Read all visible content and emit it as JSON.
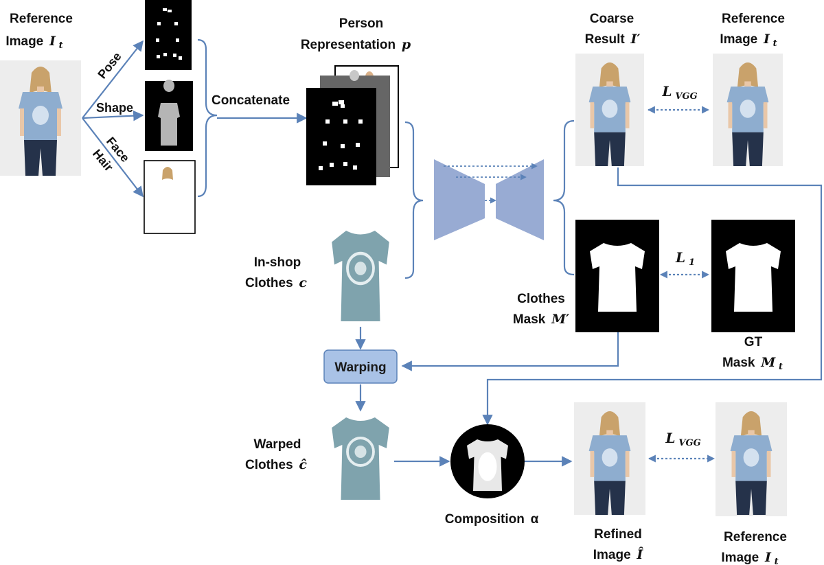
{
  "colors": {
    "arrow": "#5b82b8",
    "encoder": "#98abd3",
    "warp_fill": "#a9c2e6",
    "photo_bg": "#ededed",
    "tshirt_person": "#8eadcf",
    "tshirt_shop": "#7fa3ad",
    "mask_bg": "#000000"
  },
  "labels": {
    "ref_top_left_1": "Reference",
    "ref_top_left_2": "Image",
    "ref_top_left_math": "I",
    "ref_top_left_sub": "t",
    "pose": "Pose",
    "shape": "Shape",
    "face": "Face",
    "hair": "Hair",
    "concatenate": "Concatenate",
    "person_1": "Person",
    "person_2": "Representation",
    "person_math": "p",
    "inshop_1": "In-shop",
    "inshop_2": "Clothes",
    "inshop_math": "c",
    "warping": "Warping",
    "warped_1": "Warped",
    "warped_2": "Clothes",
    "warped_math": "ĉ",
    "composition": "Composition",
    "composition_math": "α",
    "coarse_1": "Coarse",
    "coarse_2": "Result",
    "coarse_math": "I′",
    "ref_top_right_1": "Reference",
    "ref_top_right_2": "Image",
    "ref_top_right_math": "I",
    "ref_top_right_sub": "t",
    "lvgg_top_math": "L",
    "lvgg_top_sub": "VGG",
    "l1_math": "L",
    "l1_sub": "1",
    "clothes_mask_1": "Clothes",
    "clothes_mask_2": "Mask",
    "clothes_mask_math": "M′",
    "gt_1": "GT",
    "gt_2": "Mask",
    "gt_math": "M",
    "gt_sub": "t",
    "refined_1": "Refined",
    "refined_2": "Image",
    "refined_math": "Î",
    "lvgg_bottom_math": "L",
    "lvgg_bottom_sub": "VGG",
    "ref_bottom_1": "Reference",
    "ref_bottom_2": "Image",
    "ref_bottom_math": "I",
    "ref_bottom_sub": "t"
  }
}
